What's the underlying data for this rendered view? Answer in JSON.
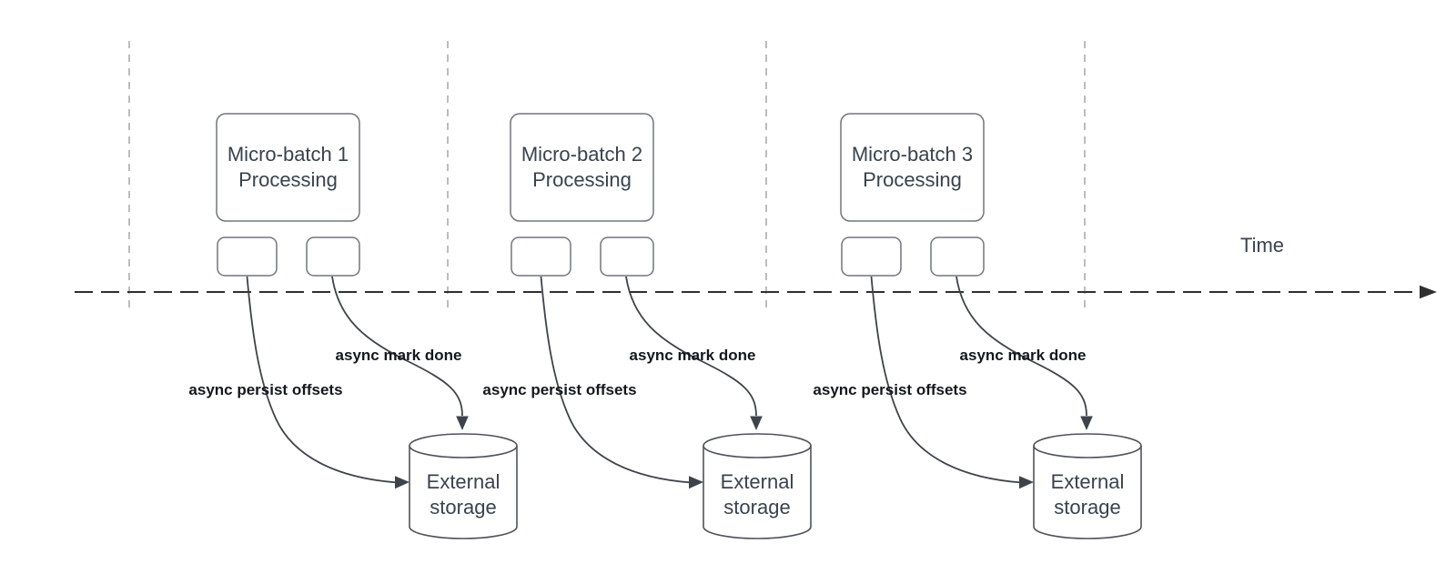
{
  "colors": {
    "background": "#ffffff",
    "guide_line": "#a6a6aa",
    "time_axis": "#2e2f31",
    "connector": "#3e434b",
    "shape_stroke": "#70757e",
    "cylinder_stroke": "#4e535b",
    "node_text": "#39424e",
    "edge_label_text": "#14181d"
  },
  "time_axis": {
    "label": "Time"
  },
  "groups": [
    {
      "title_line1": "Micro-batch 1",
      "title_line2": "Processing",
      "persist_label": "async persist offsets",
      "done_label": "async mark done",
      "storage_line1": "External",
      "storage_line2": "storage"
    },
    {
      "title_line1": "Micro-batch 2",
      "title_line2": "Processing",
      "persist_label": "async persist offsets",
      "done_label": "async mark done",
      "storage_line1": "External",
      "storage_line2": "storage"
    },
    {
      "title_line1": "Micro-batch 3",
      "title_line2": "Processing",
      "persist_label": "async persist offsets",
      "done_label": "async mark done",
      "storage_line1": "External",
      "storage_line2": "storage"
    }
  ]
}
